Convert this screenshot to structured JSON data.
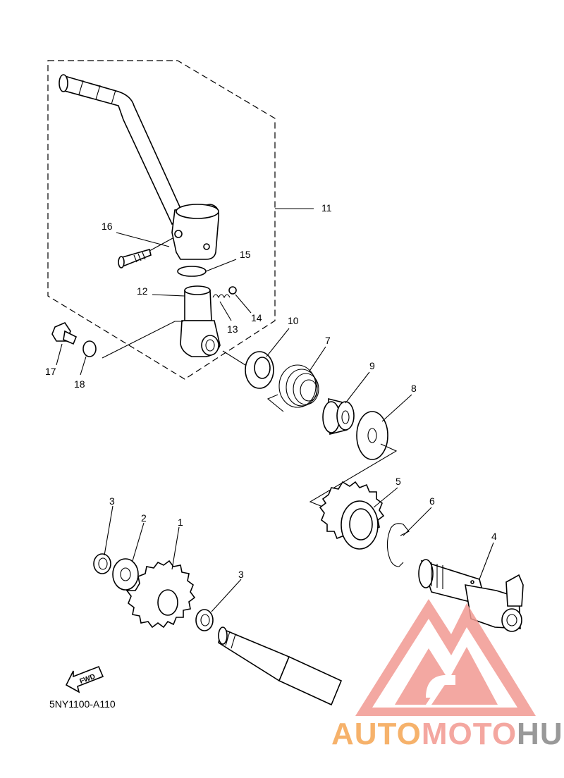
{
  "diagram": {
    "part_code": "5NY1100-A110",
    "fwd_label": "FWD",
    "callouts": [
      "1",
      "2",
      "3",
      "3",
      "4",
      "5",
      "6",
      "7",
      "8",
      "9",
      "10",
      "11",
      "12",
      "13",
      "14",
      "15",
      "16",
      "17",
      "18"
    ]
  },
  "watermark": {
    "brand_part1": "AUTO",
    "brand_part2": "MOTO",
    "brand_part3": "HUB",
    "colors": {
      "auto": "#f6b26b",
      "moto": "#f4a7a0",
      "hub": "#999999",
      "logo": "#f29a92"
    }
  }
}
